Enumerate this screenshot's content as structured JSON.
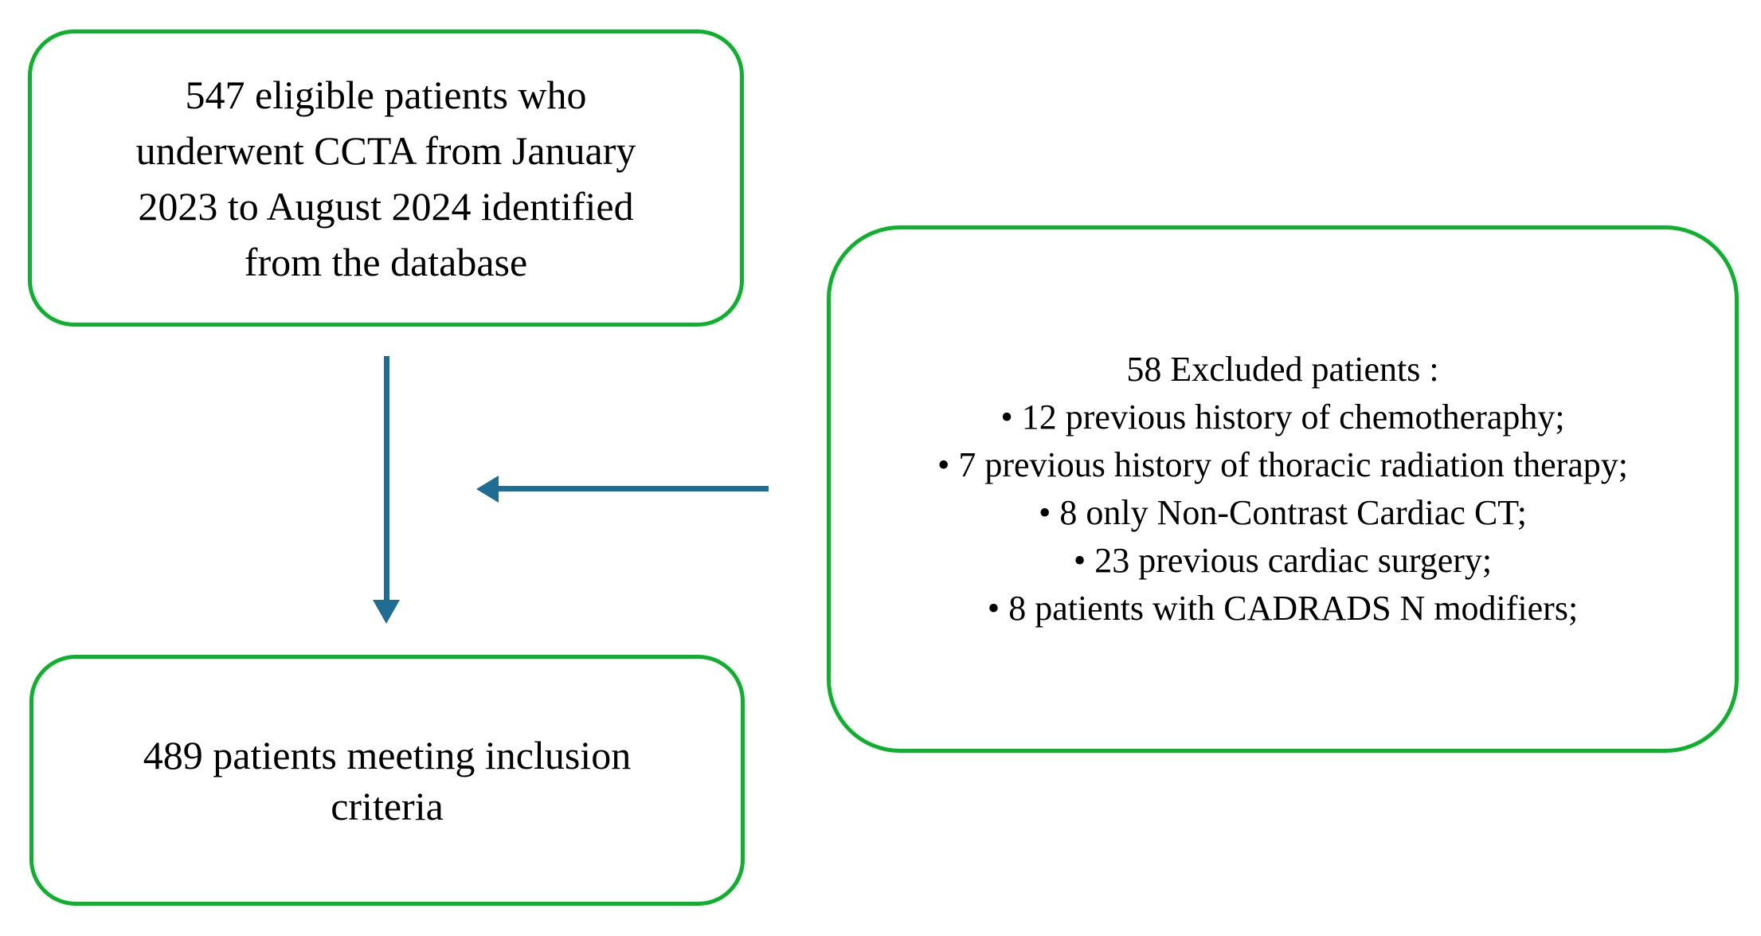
{
  "flowchart": {
    "eligible_box": {
      "lines": [
        "547 eligible patients who",
        "underwent CCTA from January",
        "2023 to August 2024 identified",
        "from the database"
      ]
    },
    "excluded_box": {
      "title": "58 Excluded patients :",
      "items": [
        "• 12 previous history of chemotheraphy;",
        "• 7 previous history of thoracic radiation therapy;",
        "• 8 only Non-Contrast Cardiac CT;",
        "• 23 previous cardiac surgery;",
        "• 8 patients with CADRADS N modifiers;"
      ]
    },
    "included_box": {
      "lines": [
        "489 patients meeting inclusion",
        "criteria"
      ]
    },
    "colors": {
      "box_border_green": "#0cb22c",
      "arrow_teal": "#1f6d94",
      "text_black": "#000000",
      "background": "#ffffff"
    }
  }
}
